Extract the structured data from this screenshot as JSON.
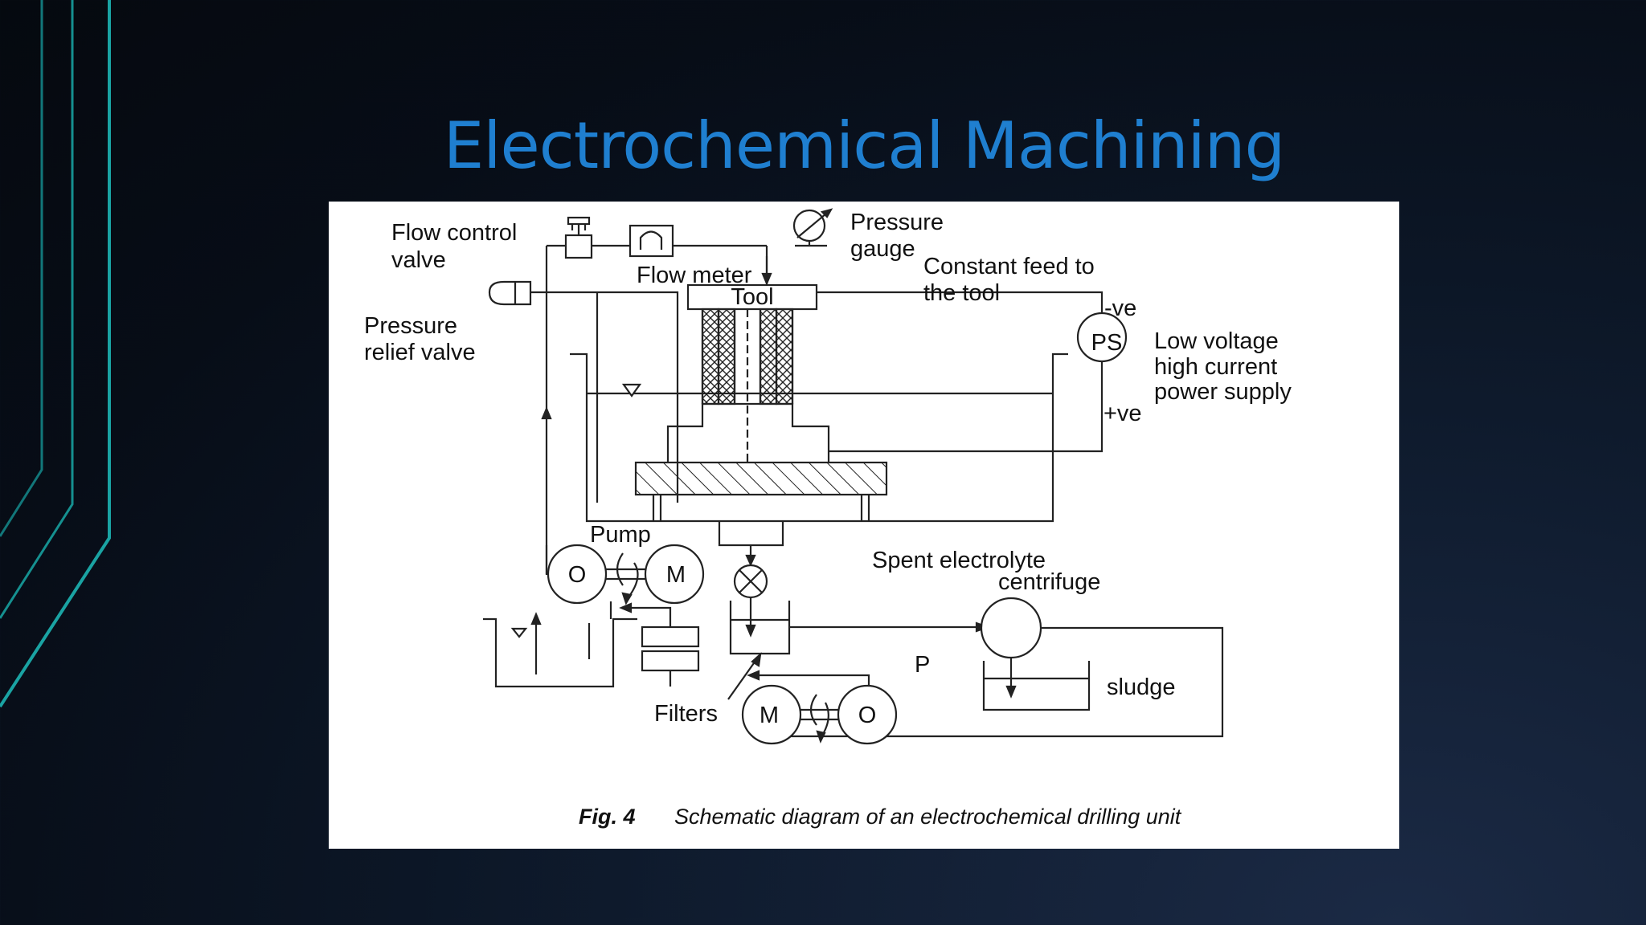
{
  "slide": {
    "title": "Electrochemical Machining",
    "title_color": "#1f7fd0",
    "accent_color": "#1aa3a3"
  },
  "figure": {
    "caption_number": "Fig. 4",
    "caption_text": "Schematic diagram of an electrochemical drilling unit",
    "labels": {
      "flow_control_valve_1": "Flow control",
      "flow_control_valve_2": "valve",
      "flow_meter": "Flow meter",
      "pressure_gauge_1": "Pressure",
      "pressure_gauge_2": "gauge",
      "constant_feed_1": "Constant feed to",
      "constant_feed_2": "the tool",
      "pressure_relief_1": "Pressure",
      "pressure_relief_2": "relief valve",
      "tool": "Tool",
      "neg": "-ve",
      "pos": "+ve",
      "ps": "PS",
      "power_supply_1": "Low voltage",
      "power_supply_2": "high current",
      "power_supply_3": "power supply",
      "pump": "Pump",
      "pump_o": "O",
      "pump_m": "M",
      "spent_electrolyte": "Spent electrolyte",
      "centrifuge": "centrifuge",
      "p": "P",
      "sludge": "sludge",
      "filters": "Filters",
      "pump2_m": "M",
      "pump2_o": "O"
    }
  }
}
